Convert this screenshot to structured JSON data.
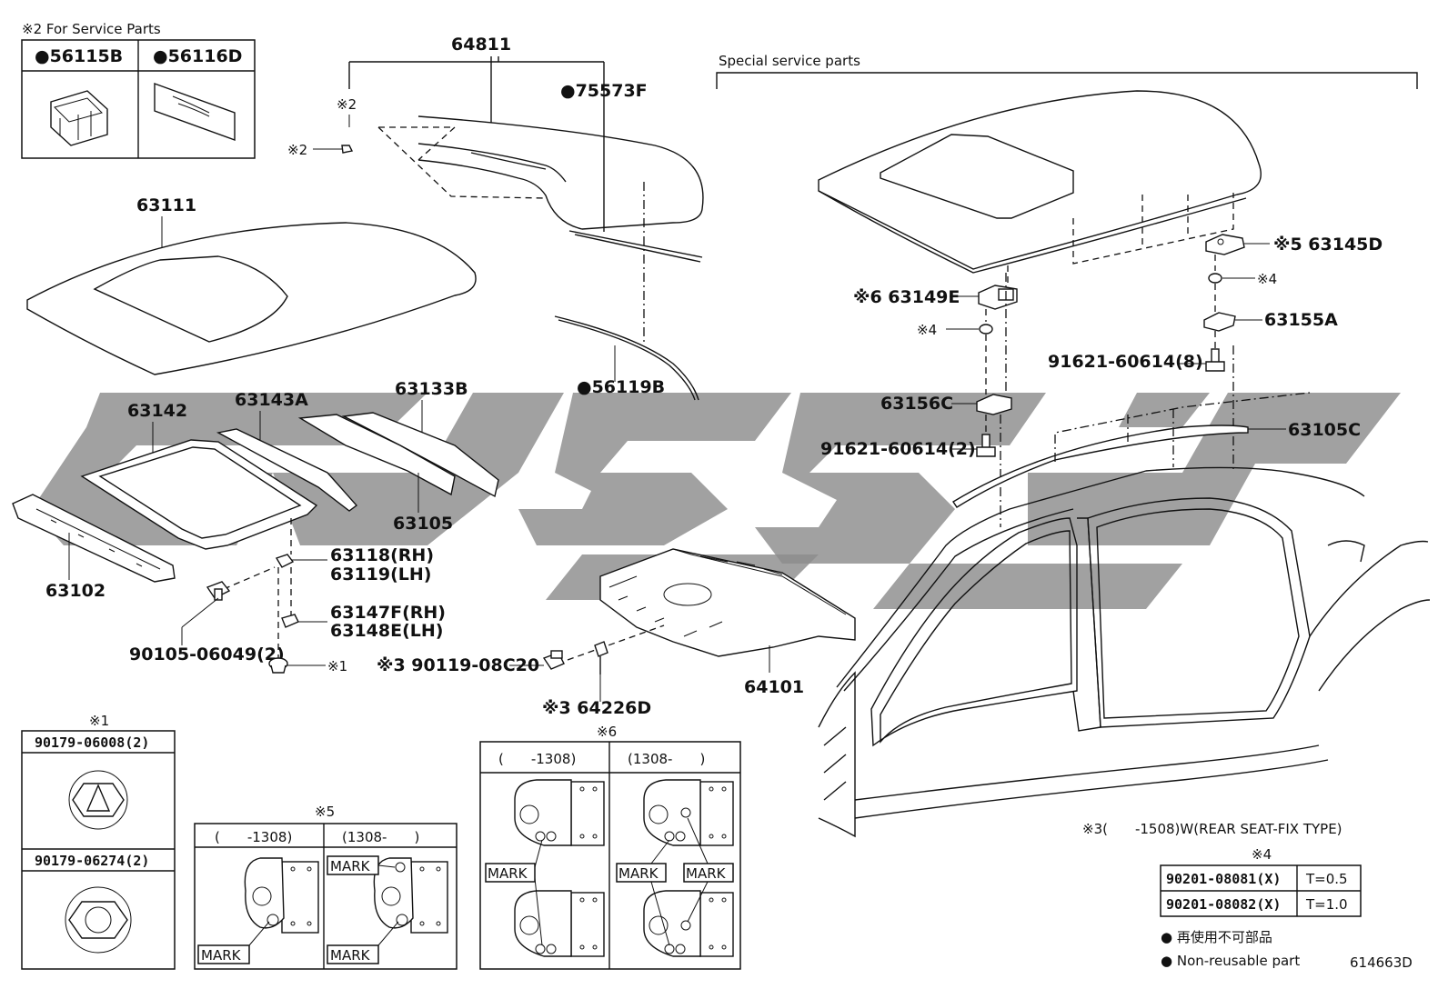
{
  "diagram_id": "614663D",
  "service_parts_box": {
    "title": "※2 For Service Parts",
    "parts": [
      "●56115B",
      "●56116D"
    ]
  },
  "special_service": {
    "title": "Special service parts"
  },
  "labels": {
    "p64811": "64811",
    "p75573F": "●75573F",
    "note2a": "※2",
    "note2b": "※2",
    "p63111": "63111",
    "p56119B": "●56119B",
    "p63142": "63142",
    "p63143A": "63143A",
    "p63133B": "63133B",
    "p63105": "63105",
    "p63102": "63102",
    "p63118": "63118(RH)",
    "p63119": "63119(LH)",
    "p63147F": "63147F(RH)",
    "p63148E": "63148E(LH)",
    "p90105": "90105-06049(2)",
    "note1": "※1",
    "p90119": "※3 90119-08C20",
    "p64226D": "※3 64226D",
    "p64101": "64101",
    "p63145D": "※5 63145D",
    "note4a": "※4",
    "p63149E": "※6 63149E",
    "note4b": "※4",
    "p63155A": "63155A",
    "p91621a": "91621-60614(8)",
    "p63156C": "63156C",
    "p91621b": "91621-60614(2)",
    "p63105C": "63105C",
    "note3": "※3(　　-1508)W(REAR SEAT-FIX TYPE)"
  },
  "box1": {
    "title": "※1",
    "items": [
      "90179-06008(2)",
      "90179-06274(2)"
    ]
  },
  "box5": {
    "title": "※5",
    "cols": [
      "(　　-1308)",
      "(1308-　　)"
    ],
    "mark": "MARK"
  },
  "box6": {
    "title": "※6",
    "cols": [
      "(　　-1308)",
      "(1308-　　)"
    ],
    "mark": "MARK"
  },
  "box4": {
    "title": "※4",
    "rows": [
      {
        "part": "90201-08081(X)",
        "t": "T=0.5"
      },
      {
        "part": "90201-08082(X)",
        "t": "T=1.0"
      }
    ]
  },
  "legend": {
    "jp": "● 再使用不可部品",
    "en": "● Non-reusable part"
  }
}
